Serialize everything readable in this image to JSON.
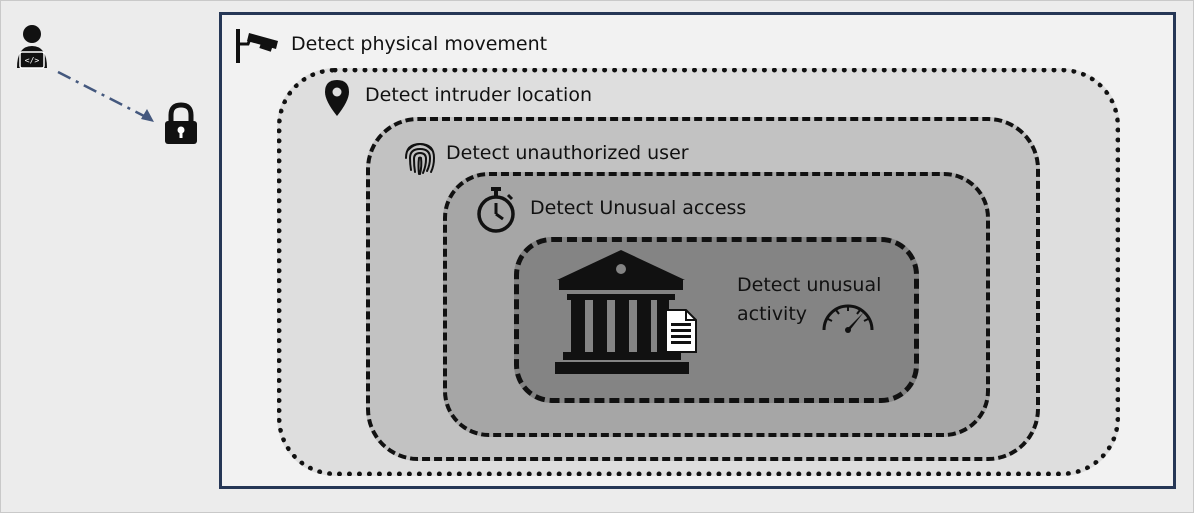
{
  "layers": [
    {
      "label": "Detect physical movement",
      "icon": "security-camera-icon"
    },
    {
      "label": "Detect intruder location",
      "icon": "map-pin-icon"
    },
    {
      "label": "Detect unauthorized user",
      "icon": "fingerprint-icon"
    },
    {
      "label": "Detect Unusual access",
      "icon": "stopwatch-icon"
    },
    {
      "label_line1": "Detect unusual",
      "label_line2": "activity",
      "icon": "speedometer-icon"
    }
  ],
  "protected_asset": {
    "icon": "bank-building-icon",
    "document_icon": "document-icon"
  },
  "attacker": {
    "icon": "hacker-laptop-icon"
  },
  "target": {
    "icon": "padlock-icon"
  },
  "colors": {
    "frame_border": "#263756",
    "arrow": "#44587e",
    "layer_1_fill": "#dedede",
    "layer_2_fill": "#c2c2c2",
    "layer_3_fill": "#a6a6a6",
    "layer_4_fill": "#848484"
  }
}
